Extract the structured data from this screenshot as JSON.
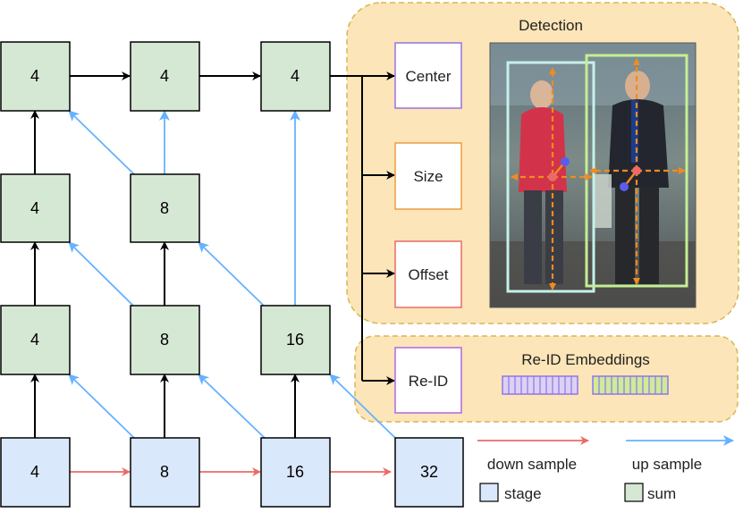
{
  "grid": {
    "row_top": [
      "4",
      "4",
      "4"
    ],
    "row_2": [
      "4",
      "8"
    ],
    "row_3": [
      "4",
      "8",
      "16"
    ],
    "row_stage": [
      "4",
      "8",
      "16",
      "32"
    ]
  },
  "detection": {
    "title": "Detection",
    "heads": {
      "center": "Center",
      "size": "Size",
      "offset": "Offset"
    }
  },
  "reid": {
    "head": "Re-ID",
    "title": "Re-ID Embeddings"
  },
  "legend": {
    "down_sample": "down sample",
    "up_sample": "up sample",
    "stage": "stage",
    "sum": "sum"
  },
  "colors": {
    "stage_fill": "#dae8fc",
    "sum_fill": "#d5e8d4",
    "detection_bg": "#fce5b8",
    "detection_border": "#d6b656",
    "down_arrow": "#ea6b66",
    "up_arrow": "#66b2ff",
    "center_border": "#9673e6",
    "size_border": "#ee9b3f",
    "offset_border": "#ea6b66",
    "reid_border": "#b266e6"
  }
}
